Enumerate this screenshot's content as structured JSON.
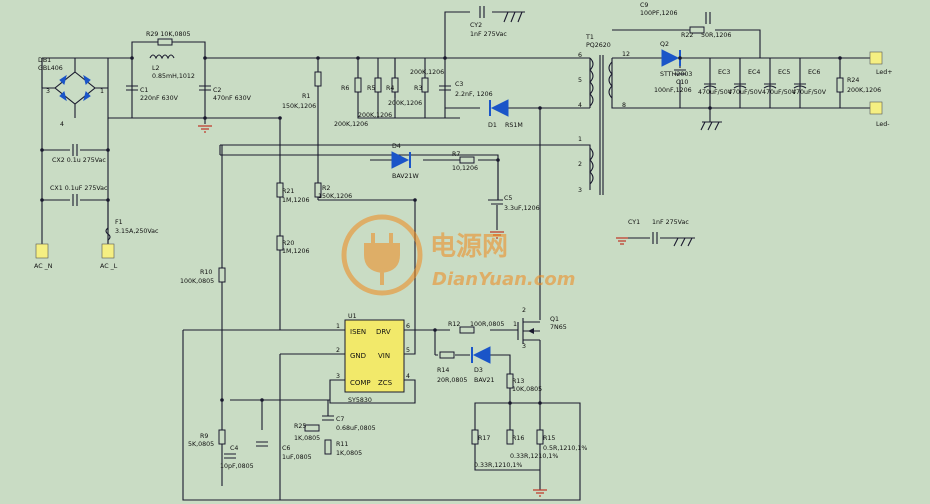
{
  "labels": {
    "db1": "DB1",
    "db1_part": "GBL406",
    "bridge_pin3": "3",
    "bridge_pin1": "1",
    "bridge_pin4": "4",
    "cx2": "CX2  0.1u 275Vac",
    "cx1": "CX1   0.1uF 275Vac",
    "f1": "F1",
    "f1_val": "3.15A,250Vac",
    "ac_n": "AC _N",
    "ac_l": "AC _L",
    "r29": "R29   10K,0805",
    "l2": "L2",
    "l2_val": "0.85mH,1012",
    "c1": "C1",
    "c1_val": "220nF  630V",
    "c2": "C2",
    "c2_val": "470nF  630V",
    "r1": "R1",
    "r1_val": "150K,1206",
    "r6": "R6",
    "r5": "R5",
    "r4": "R4",
    "r3": "R3",
    "r345_val": "200K,1206",
    "r6_val": "200K,1206",
    "r4_val": "200K,1206",
    "r3_val": "200K,1206",
    "c3": "C3",
    "c3_val": "2.2nF, 1206",
    "cy2": "CY2",
    "cy2_val": "1nF  275Vac",
    "d1": "D1",
    "d1_val": "RS1M",
    "t1": "T1",
    "t1_val": "PQ2620",
    "t_pin6": "6",
    "t_pin5": "5",
    "t_pin4": "4",
    "t_pin1": "1",
    "t_pin2": "2",
    "t_pin3": "3",
    "t_pin12": "12",
    "t_pin8": "8",
    "c9": "C9",
    "c9_val": "100PF,1206",
    "r22": "R22",
    "r22_val": "50R,1206",
    "q2": "Q2",
    "q2_val": "STTH2003",
    "c10": "C10",
    "c10_val": "100nF,1206",
    "ec3": "EC3",
    "ec4": "EC4",
    "ec5": "EC5",
    "ec6": "EC6",
    "ec_val": "470uF/50V",
    "r24": "R24",
    "r24_val": "200K,1206",
    "led_plus": "Led+",
    "led_minus": "Led-",
    "d4": "D4",
    "d4_val": "BAV21W",
    "r7": "R7",
    "r7_val": "10,1206",
    "c5": "C5",
    "c5_val": "3.3uF,1206",
    "r21": "R21",
    "r21_val": "1M,1206",
    "r2": "R2",
    "r2_val": "150K,1206",
    "r20": "R20",
    "r20_val": "1M,1206",
    "cy1": "CY1",
    "cy1_val": "1nF  275Vac",
    "r10": "R10",
    "r10_val": "100K,0805",
    "u1": "U1",
    "u1_part": "SY5830",
    "pin_isen": "ISEN",
    "pin_drv": "DRV",
    "pin_gnd": "GND",
    "pin_vin": "VIN",
    "pin_comp": "COMP",
    "pin_zcs": "ZCS",
    "u_pin1": "1",
    "u_pin2": "2",
    "u_pin3": "3",
    "u_pin4": "4",
    "u_pin5": "5",
    "u_pin6": "6",
    "r12": "R12",
    "r12_val": "100R,0805",
    "q1": "Q1",
    "q1_val": "7N65",
    "q_pin1": "1",
    "q_pin2": "2",
    "q_pin3": "3",
    "r14": "R14",
    "r14_val": "20R,0805",
    "d3": "D3",
    "d3_val": "BAV21",
    "r13": "R13",
    "r13_val": "10K,0805",
    "r9": "R9",
    "r9_val": "5K,0805",
    "c4": "C4",
    "c4_val": "10pF,0805",
    "c6": "C6",
    "c6_val": "1uF,0805",
    "r25": "R25",
    "r25_val": "1K,0805",
    "c7": "C7",
    "c7_val": "0.68uF,0805",
    "r11": "R11",
    "r11_val": "1K,0805",
    "r17": "R17",
    "r16": "R16",
    "r15": "R15",
    "r15_val": "0.5R,1210,1%",
    "r1617_val": "0.33R,1210,1%",
    "r16_val": "0.33R,1210,1%"
  },
  "watermark": {
    "cn": "电源网",
    "en": "DianYuan.com"
  },
  "colors": {
    "background": "#c9dcc4",
    "wire": "#1a1a2e",
    "diode": "#1a55c8",
    "ground": "#c0392b",
    "watermark": "#f08a1c"
  }
}
